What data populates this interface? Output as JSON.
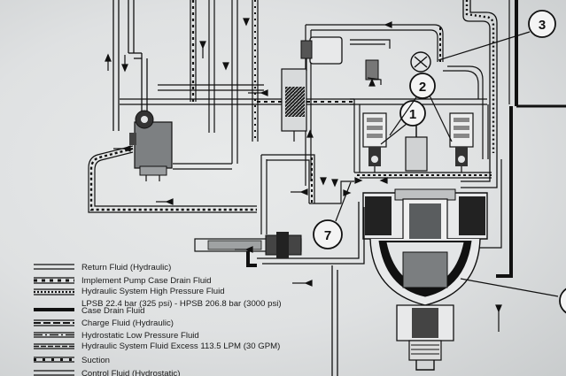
{
  "legend": [
    {
      "label": "Return Fluid (Hydraulic)",
      "style": "return"
    },
    {
      "label": "Implement Pump Case Drain Fluid",
      "style": "case-drain"
    },
    {
      "label": "Hydraulic System High Pressure Fluid",
      "style": "high-pressure"
    },
    {
      "label": "LPSB 22.4 bar (325 psi) - HPSB 206.8 bar (3000 psi)",
      "style": "none"
    },
    {
      "label": "Case Drain Fluid",
      "style": "thick"
    },
    {
      "label": "Charge Fluid (Hydraulic)",
      "style": "charge"
    },
    {
      "label": "Hydrostatic Low Pressure Fluid",
      "style": "low-pressure"
    },
    {
      "label": "Hydraulic System Fluid Excess 113.5 LPM (30 GPM)",
      "style": "excess"
    },
    {
      "label": "Suction",
      "style": "suction"
    },
    {
      "label": "Control Fluid (Hydrostatic)",
      "style": "control"
    }
  ],
  "callouts": [
    {
      "number": "1",
      "target": "charge-relief-valve"
    },
    {
      "number": "2",
      "target": "relief-valves"
    },
    {
      "number": "3",
      "target": "high-pressure-line"
    },
    {
      "number": "7",
      "target": "pump-port"
    }
  ],
  "colors": {
    "ink": "#111111",
    "paper": "#e3e5e6",
    "fill_gray": "#8a8d8f"
  }
}
